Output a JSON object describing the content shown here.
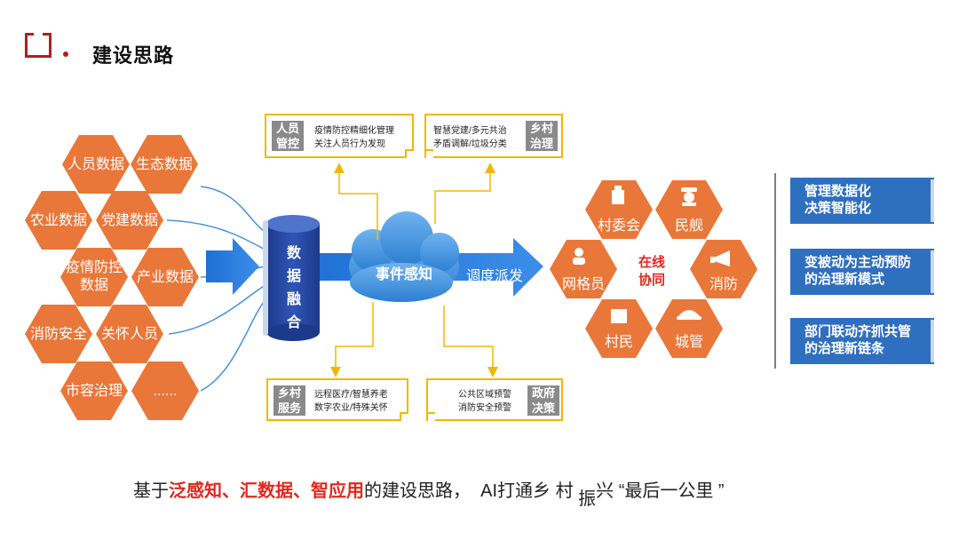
{
  "header": {
    "title": "建设思路"
  },
  "left_hexes": [
    {
      "label": "人员数据"
    },
    {
      "label": "生态数据"
    },
    {
      "label": "农业数据"
    },
    {
      "label": "党建数据"
    },
    {
      "label": "疫情防控"
    },
    {
      "label": "数据"
    },
    {
      "label": "产业数据"
    },
    {
      "label": "消防安全"
    },
    {
      "label": "关怀人员"
    },
    {
      "label": "市容治理"
    },
    {
      "label": "......"
    }
  ],
  "cylinder": {
    "chars": [
      "数",
      "据",
      "融",
      "合"
    ]
  },
  "cloud": {
    "label": "事件感知"
  },
  "arrow_label": "调度派发",
  "top_boxes": [
    {
      "tag1": "人员",
      "tag2": "管控",
      "line1": "疫情防控精细化管理",
      "line2": "关注人员行为发现"
    },
    {
      "tag1": "乡村",
      "tag2": "治理",
      "line1": "智慧党建/多元共治",
      "line2": "矛盾调解/垃圾分类"
    }
  ],
  "bottom_boxes": [
    {
      "tag1": "乡村",
      "tag2": "服务",
      "line1": "远程医疗/智慧养老",
      "line2": "数字农业/特殊关怀"
    },
    {
      "tag1": "政府",
      "tag2": "决策",
      "line1": "公共区域预警",
      "line2": "消防安全预警"
    }
  ],
  "right_cluster": {
    "center_line1": "在线",
    "center_line2": "协同",
    "items": [
      {
        "label": "村委会",
        "icon": "building-icon"
      },
      {
        "label": "民舰",
        "icon": "police-officer-icon"
      },
      {
        "label": "网格员",
        "icon": "grid-worker-icon"
      },
      {
        "label": "消防",
        "icon": "megaphone-icon"
      },
      {
        "label": "村民",
        "icon": "villager-icon"
      },
      {
        "label": "城管",
        "icon": "cap-icon"
      }
    ]
  },
  "right_boxes": [
    {
      "line1": "管理数据化",
      "line2": "决策智能化"
    },
    {
      "line1": "变被动为主动预防",
      "line2": "的治理新模式"
    },
    {
      "line1": "部门联动齐抓共管",
      "line2": "的治理新链条"
    }
  ],
  "footer": {
    "prefix": "基于",
    "hl1": "泛感知、",
    "hl2": "汇数据、",
    "hl3": "智应用",
    "mid": "的建设思路，",
    "ai": "AI打通乡 村",
    "sub": "振",
    "end": "兴 “最后一公里 ”"
  },
  "colors": {
    "orange": "#e9773a",
    "blue": "#2f6fbf",
    "yellow": "#f2b705",
    "red": "#e0281e"
  }
}
